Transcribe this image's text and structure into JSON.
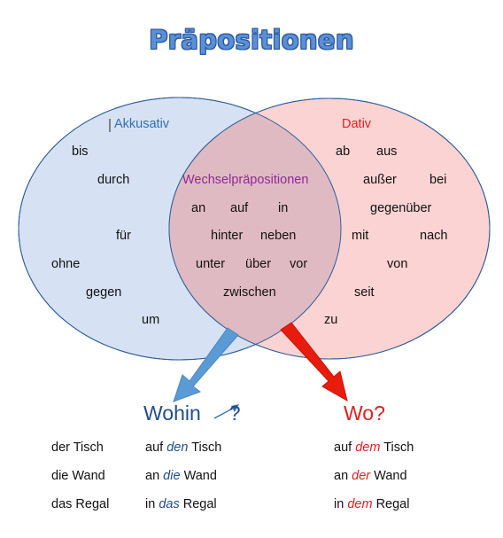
{
  "title": "Präpositionen",
  "colors": {
    "akkusativ_fill": "#d6e2f3",
    "dativ_fill": "#fbd3d3",
    "overlap_fill": "#e0bac3",
    "akkusativ_text": "#2f6db5",
    "dativ_text": "#e02020",
    "wechsel_text": "#8e2a96",
    "arrow_blue": "#5b9bd5",
    "arrow_red": "#e81c0c"
  },
  "akkusativ": {
    "label": "Akkusativ",
    "words": [
      "bis",
      "durch",
      "für",
      "ohne",
      "gegen",
      "um"
    ]
  },
  "dativ": {
    "label": "Dativ",
    "words": [
      "ab",
      "aus",
      "außer",
      "bei",
      "gegenüber",
      "mit",
      "nach",
      "von",
      "seit",
      "zu"
    ]
  },
  "wechsel": {
    "label": "Wechselpräpositionen",
    "words": [
      "an",
      "auf",
      "in",
      "hinter",
      "neben",
      "unter",
      "über",
      "vor",
      "zwischen"
    ]
  },
  "questions": {
    "wohin": "Wohin",
    "wohin_mark": "?",
    "wo": "Wo?"
  },
  "nouns": [
    "der Tisch",
    "die Wand",
    "das Regal"
  ],
  "wohin_examples": [
    {
      "prep": "auf",
      "article": "den",
      "noun": "Tisch"
    },
    {
      "prep": "an",
      "article": "die",
      "noun": "Wand"
    },
    {
      "prep": "in",
      "article": "das",
      "noun": "Regal"
    }
  ],
  "wo_examples": [
    {
      "prep": "auf",
      "article": "dem",
      "noun": "Tisch"
    },
    {
      "prep": "an",
      "article": "der",
      "noun": "Wand"
    },
    {
      "prep": "in",
      "article": "dem",
      "noun": "Regal"
    }
  ]
}
